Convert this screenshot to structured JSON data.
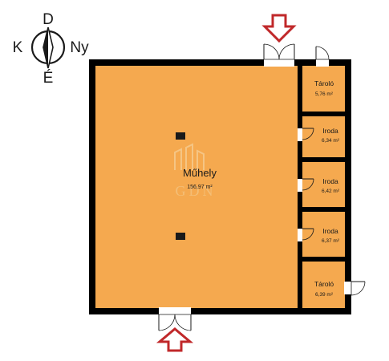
{
  "compass": {
    "north": "D",
    "west": "K",
    "east": "Ny",
    "south": "É"
  },
  "watermark": "GDN",
  "colors": {
    "floor": "#f5a94f",
    "wall": "#000000",
    "arrow": "#c0282a",
    "door": "#ffffff"
  },
  "rooms": {
    "workshop": {
      "name": "Műhely",
      "area": "156,97 m²"
    },
    "storage_top": {
      "name": "Tároló",
      "area": "5,76 m²"
    },
    "office_1": {
      "name": "Iroda",
      "area": "6,34 m²"
    },
    "office_2": {
      "name": "Iroda",
      "area": "6,42 m²"
    },
    "office_3": {
      "name": "Iroda",
      "area": "6,37 m²"
    },
    "storage_bottom": {
      "name": "Tároló",
      "area": "6,39 m²"
    }
  },
  "icons": {
    "compass": "compass-rose-icon",
    "entrance_top": "entrance-arrow-down-icon",
    "entrance_bottom": "entrance-arrow-up-icon",
    "door": "door-swing-icon",
    "pillar": "pillar-icon"
  }
}
